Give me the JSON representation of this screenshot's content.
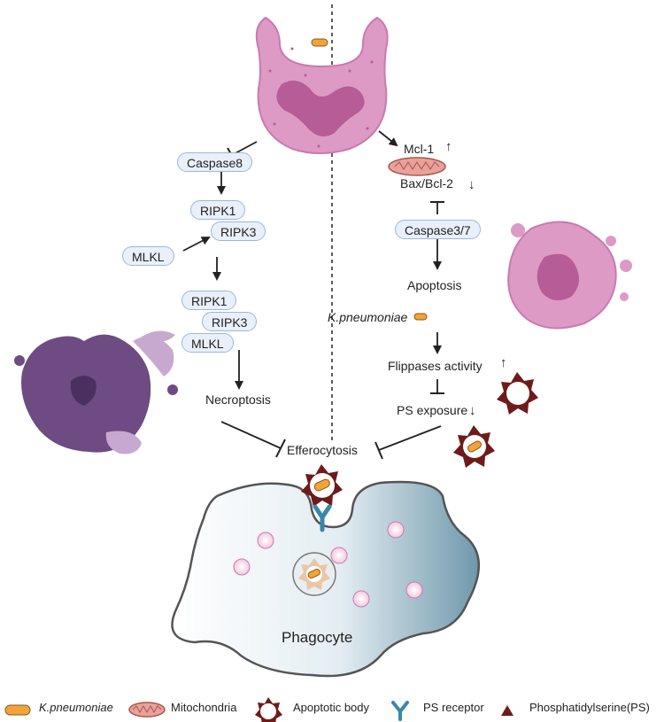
{
  "necroptosis_path": {
    "caspase8": "Caspase8",
    "ripk1_a": "RIPK1",
    "ripk3_a": "RIPK3",
    "mlkl_a": "MLKL",
    "ripk1_b": "RIPK1",
    "ripk3_b": "RIPK3",
    "mlkl_b": "MLKL",
    "necroptosis": "Necroptosis"
  },
  "apoptosis_path": {
    "mcl1": "Mcl-1",
    "mcl1_arrow": "↑",
    "baxbcl2": "Bax/Bcl-2",
    "baxbcl2_arrow": "↓",
    "caspase37": "Caspase3/7",
    "apoptosis": "Apoptosis",
    "kpneumoniae": "K.pneumoniae",
    "flippases": "Flippases activity",
    "flippases_arrow": "↑",
    "ps_exposure": "PS exposure",
    "ps_arrow": "↓"
  },
  "center": {
    "efferocytosis": "Efferocytosis",
    "phagocyte": "Phagocyte"
  },
  "legend": [
    {
      "label": "K.pneumoniae",
      "icon": "bacterium-icon"
    },
    {
      "label": "Mitochondria",
      "icon": "mitochondria-icon"
    },
    {
      "label": "Apoptotic body",
      "icon": "apoptotic-body-icon"
    },
    {
      "label": "PS receptor",
      "icon": "ps-receptor-icon"
    },
    {
      "label": "Phosphatidylserine(PS)",
      "icon": "ps-triangle-icon"
    }
  ],
  "colors": {
    "neutrophil": "#d88fbf",
    "nucleus": "#b35a93",
    "necrotic_cell": "#6b4a80",
    "pill_border": "#9db7d9",
    "pill_fill": "#e9f0fa",
    "bacterium": "#f0a43a",
    "apoptotic_spike": "#6e1b1b",
    "phagocyte_edge": "#5d8fa6",
    "receptor": "#3a87a8"
  }
}
